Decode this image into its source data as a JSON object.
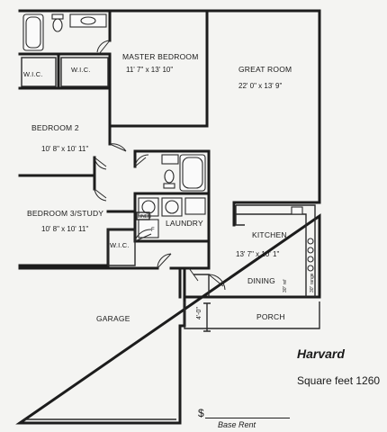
{
  "rooms": {
    "master_bedroom": {
      "name": "MASTER BEDROOM",
      "dims": "11' 7\" x 13' 10\""
    },
    "great_room": {
      "name": "GREAT ROOM",
      "dims": "22' 0\" x 13' 9\""
    },
    "bedroom2": {
      "name": "BEDROOM 2",
      "dims": "10' 8\" x 10' 11\""
    },
    "bedroom3": {
      "name": "BEDROOM 3/STUDY",
      "dims": "10' 8\" x 10' 11\""
    },
    "kitchen": {
      "name": "KITCHEN",
      "dims": "13' 7\" x 10' 1\""
    },
    "laundry": {
      "name": "LAUNDRY"
    },
    "dining": {
      "name": "DINING"
    },
    "garage": {
      "name": "GARAGE"
    },
    "porch": {
      "name": "PORCH"
    },
    "wic1": {
      "name": "W.I.C."
    },
    "wic2": {
      "name": "W.I.C."
    },
    "wic3": {
      "name": "W.I.C."
    },
    "linen": {
      "name": "LINEN"
    },
    "furnace": {
      "name": "F"
    }
  },
  "porch_depth": "4'-0\"",
  "kitchen_notes": {
    "left": "30\" ref",
    "right": "30\" range"
  },
  "plan_name": "Harvard",
  "square_feet": "Square feet 1260",
  "currency_symbol": "$",
  "base_rent_label": "Base Rent"
}
